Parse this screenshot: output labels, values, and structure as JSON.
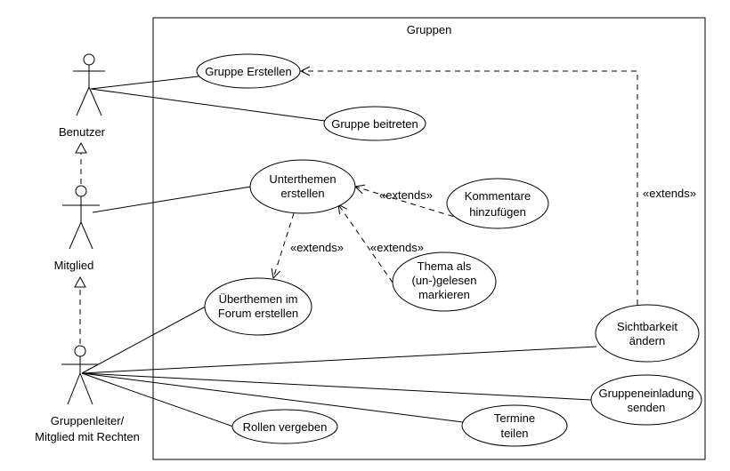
{
  "system": {
    "title": "Gruppen"
  },
  "actors": {
    "benutzer": "Benutzer",
    "mitglied": "Mitglied",
    "gruppenleiter": [
      "Gruppenleiter/",
      "Mitglied mit Rechten"
    ]
  },
  "use_cases": {
    "gruppe_erstellen": [
      "Gruppe Erstellen"
    ],
    "gruppe_beitreten": [
      "Gruppe beitreten"
    ],
    "unterthemen_erstellen": [
      "Unterthemen",
      "erstellen"
    ],
    "kommentare_hinzufuegen": [
      "Kommentare",
      "hinzufügen"
    ],
    "thema_markieren": [
      "Thema als",
      "(un-)gelesen",
      "markieren"
    ],
    "ueberthemen_erstellen": [
      "Überthemen im",
      "Forum erstellen"
    ],
    "sichtbarkeit_aendern": [
      "Sichtbarkeit",
      "ändern"
    ],
    "gruppeneinladung_senden": [
      "Gruppeneinladung",
      "senden"
    ],
    "rollen_vergeben": [
      "Rollen vergeben"
    ],
    "termine_teilen": [
      "Termine",
      "teilen"
    ]
  },
  "relations": {
    "extends_label": "«extends»"
  }
}
